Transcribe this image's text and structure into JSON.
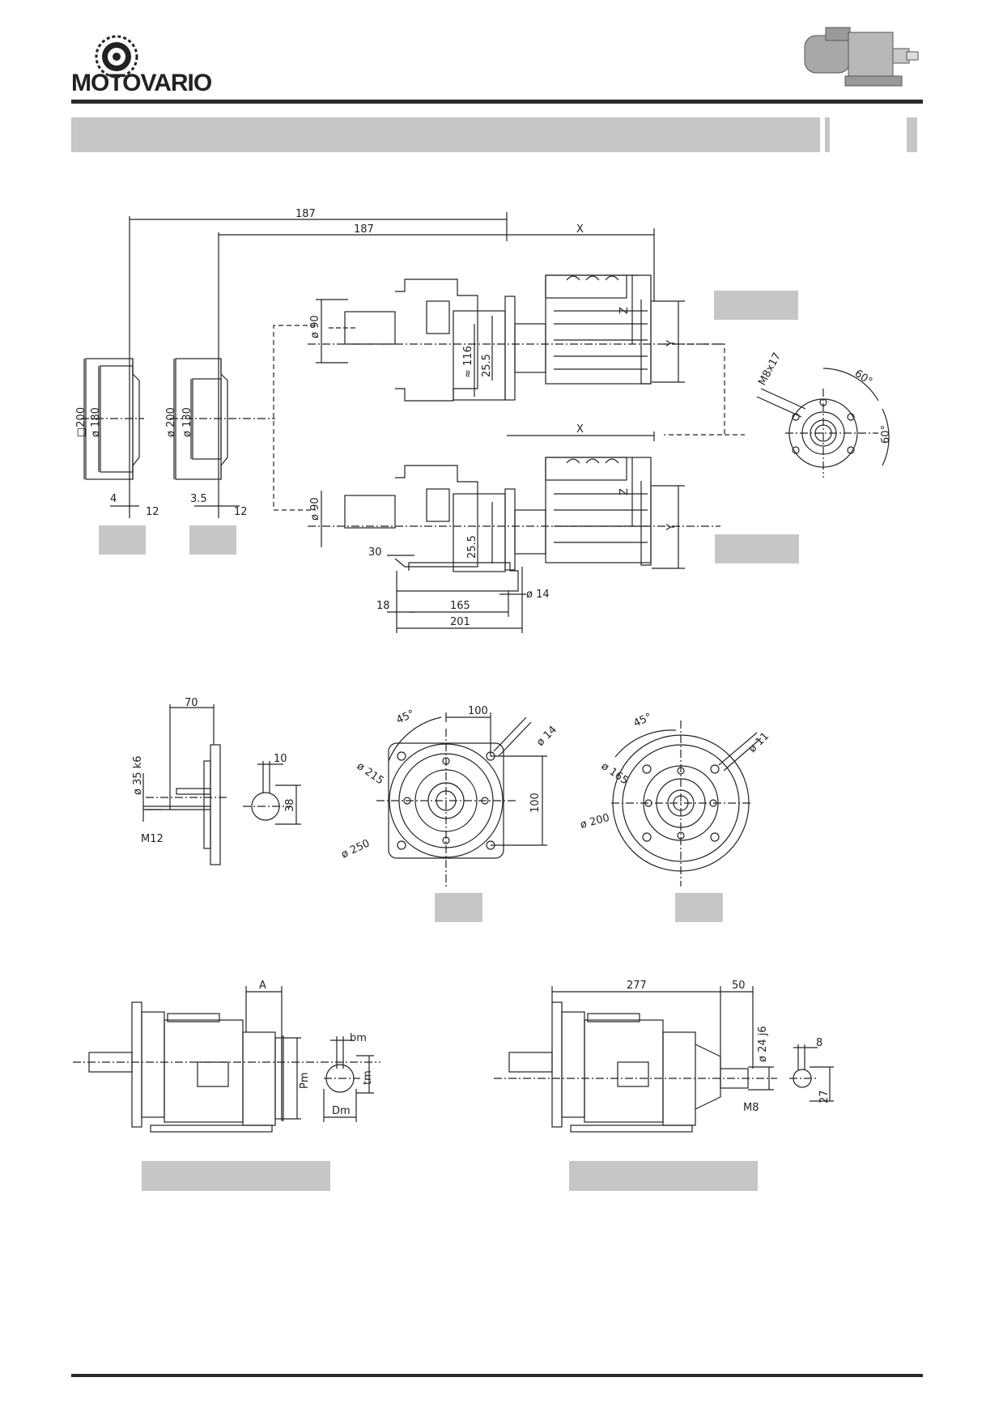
{
  "brand": {
    "name": "MOTOVARIO"
  },
  "colors": {
    "label_box": "#c6c6c6",
    "line": "#222222",
    "rule": "#2a2a2a"
  },
  "top_view": {
    "dim_187_outer": "187",
    "dim_187_inner": "187",
    "dim_x_top": "X",
    "dim_x_mid": "X",
    "dim_z_top": "Z",
    "dim_z_mid": "Z",
    "dim_y_top": "Y",
    "dim_y_mid": "Y",
    "dia_90_top": "ø 90",
    "dia_90_mid": "ø 90",
    "approx_116": "≈ 116",
    "dim_25_5_top": "25.5",
    "dim_25_5_mid": "25.5",
    "flange_sq_200": "□200",
    "flange_dia_180": "ø 180",
    "flange_dia_200": "ø 200",
    "flange_dia_130": "ø 130",
    "dim_4": "4",
    "dim_12_a": "12",
    "dim_3_5": "3.5",
    "dim_12_b": "12",
    "dim_30": "30",
    "dim_18": "18",
    "dim_165": "165",
    "dim_201": "201",
    "dia_14": "ø 14",
    "thread_m8x17": "M8x17",
    "angle_60_a": "60°",
    "angle_60_b": "60°"
  },
  "middle_views": {
    "dim_70": "70",
    "shaft_dia_35k6": "ø 35 k6",
    "dim_10": "10",
    "dim_38": "38",
    "thread_m12": "M12",
    "angle_45_a": "45°",
    "dim_100_h": "100",
    "dim_100_v": "100",
    "dia_14": "ø 14",
    "dia_215": "ø 215",
    "dia_250": "ø 250",
    "angle_45_b": "45°",
    "dia_11": "ø 11",
    "dia_165": "ø 165",
    "dia_200": "ø 200"
  },
  "bottom_views": {
    "dim_a": "A",
    "dim_bm": "bm",
    "dim_tm": "tm",
    "dim_pm": "Pm",
    "dim_dm": "Dm",
    "dim_277": "277",
    "dim_50": "50",
    "shaft_dia_24j6": "ø 24 j6",
    "dim_8": "8",
    "dim_27": "27",
    "thread_m8": "M8"
  }
}
